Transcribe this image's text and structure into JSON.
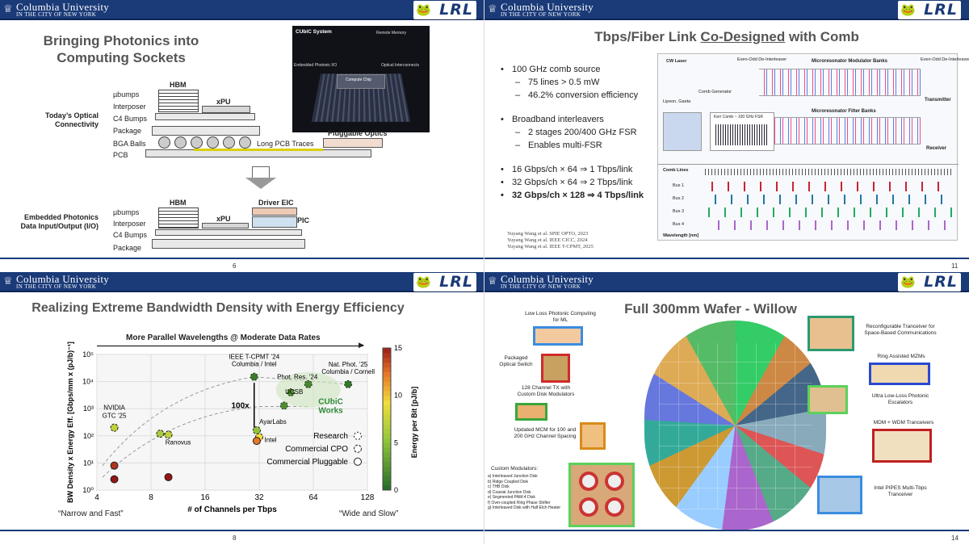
{
  "header": {
    "university": "Columbia University",
    "city": "IN THE CITY OF NEW YORK",
    "logo_text": "LRL",
    "crest_icon": "crown-icon"
  },
  "colors": {
    "header": "#1a3a78",
    "cubic": "#2e8b3a"
  },
  "slide1": {
    "title": "Bringing Photonics into Computing Sockets",
    "todays_label": "Today’s Optical Connectivity",
    "embedded_label": "Embedded Photonics Data Input/Output (I/O)",
    "top_layers": [
      "µbumps",
      "Interposer",
      "C4 Bumps",
      "Package",
      "BGA Balls",
      "PCB"
    ],
    "bottom_layers": [
      "µbumps",
      "Interposer",
      "C4 Bumps",
      "Package"
    ],
    "hbm": "HBM",
    "xpu": "xPU",
    "driver_eic": "Driver EIC",
    "pic": "PIC",
    "long_pcb": "Long PCB Traces",
    "pluggable": "Pluggable Optics",
    "render": {
      "system": "CUbiC System",
      "remote_memory": "Remote Memory",
      "embedded_io": "Embedded Photonic I/O",
      "optical_interconnects": "Optical Interconnects",
      "compute_chip": "Compute Chip"
    },
    "page": "6"
  },
  "slide2": {
    "title_pre": "Tbps/Fiber Link ",
    "title_u": "Co-Designed",
    "title_post": " with Comb",
    "bullets": [
      {
        "text": "100 GHz comb source",
        "subs": [
          "75 lines > 0.5 mW",
          "46.2% conversion efficiency"
        ]
      },
      {
        "text": "Broadband interleavers",
        "subs": [
          "2 stages 200/400 GHz FSR",
          "Enables multi-FSR"
        ]
      }
    ],
    "rates": [
      "16 Gbps/ch × 64 ⇒ 1 Tbps/link",
      "32 Gbps/ch × 64 ⇒ 2 Tbps/link",
      "32 Gbps/ch × 128 ⇒ 4 Tbps/link"
    ],
    "refs": [
      "Yuyang Wang et al. SPIE OPTO, 2023",
      "Yuyang Wang et al. IEEE CICC, 2024",
      "Yuyang Wang et al. IEEE T-CPMT, 2025"
    ],
    "diagram": {
      "cw_laser": "CW Laser",
      "comb_gen": "Comb Generator",
      "lipson": "Lipson, Gaeta",
      "deinterleaver": "Even-Odd De-Interleaver",
      "mod_banks": "Microresonator Modulator Banks",
      "filter_banks": "Microresonator Filter Banks",
      "transmitter": "Transmitter",
      "receiver": "Receiver",
      "kerr": "Kerr Comb ~ 100 GHz FSR",
      "comb_lines": "Comb Lines",
      "wavelength": "Wavelength [nm]",
      "buses": [
        "Bus 1",
        "Bus 2",
        "Bus 3",
        "Bus 4"
      ]
    },
    "page": "11"
  },
  "slide3": {
    "title": "Realizing Extreme Bandwidth Density with Energy Efficiency",
    "top_arrow": "More Parallel Wavelengths @ Moderate Data Rates",
    "narrow": "“Narrow and Fast”",
    "wide": "“Wide and Slow”",
    "legend": [
      "Research",
      "Commercial CPO",
      "Commercial Pluggable"
    ],
    "annots": {
      "ieee": "IEEE T-CPMT ’24 Columbia / Intel",
      "natphot": "Nat. Phot. ’25 Columbia / Cornell",
      "photres": "Phot. Res. ’24",
      "ucsb": "UCSB",
      "cubic": "CUbiC Works",
      "x100": "100x",
      "ayar": "AyarLabs",
      "intel": "Intel",
      "ranovus": "Ranovus",
      "nvidia": "NVIDIA GTC ’25"
    },
    "page": "8"
  },
  "chart_data": {
    "type": "scatter",
    "xlabel": "# of Channels per Tbps",
    "ylabel": "BW Density x Energy Eff. [Gbps/mm x (pJ/b)⁻¹]",
    "colorbar_label": "Energy per Bit [pJ/b]",
    "x_scale": "log2",
    "y_scale": "log10",
    "xlim": [
      4,
      128
    ],
    "ylim": [
      1,
      100000
    ],
    "xticks": [
      "4",
      "8",
      "16",
      "32",
      "64",
      "128"
    ],
    "yticks": [
      "10⁰",
      "10¹",
      "10²",
      "10³",
      "10⁴",
      "10⁵"
    ],
    "colorbar_ticks": [
      "0",
      "5",
      "10",
      "15"
    ],
    "color_range": [
      0,
      15
    ],
    "grid": true,
    "series": [
      {
        "name": "Research",
        "points": [
          {
            "x": 30,
            "y": 15000,
            "e": 0.8
          },
          {
            "x": 48,
            "y": 4000,
            "e": 2
          },
          {
            "x": 60,
            "y": 8000,
            "e": 1.5
          },
          {
            "x": 44,
            "y": 1300,
            "e": 1.8
          },
          {
            "x": 100,
            "y": 8000,
            "e": 0.5
          }
        ]
      },
      {
        "name": "Commercial CPO",
        "points": [
          {
            "x": 5,
            "y": 200,
            "e": 7
          },
          {
            "x": 9,
            "y": 120,
            "e": 6
          },
          {
            "x": 10,
            "y": 110,
            "e": 7
          },
          {
            "x": 31,
            "y": 160,
            "e": 5
          },
          {
            "x": 32,
            "y": 90,
            "e": 9
          }
        ]
      },
      {
        "name": "Commercial Pluggable",
        "points": [
          {
            "x": 5,
            "y": 8,
            "e": 14
          },
          {
            "x": 5,
            "y": 2.5,
            "e": 15
          },
          {
            "x": 10,
            "y": 3,
            "e": 15
          },
          {
            "x": 31,
            "y": 65,
            "e": 12
          }
        ]
      }
    ]
  },
  "slide4": {
    "title": "Full 300mm Wafer - Willow",
    "left_labels": [
      "Low Loss Photonic Computing for ML",
      "Packaged Optical Switch",
      "128 Channel TX with Custom Disk Modulators",
      "Updated MCM for 100 and 200 GHz Channel Spacing"
    ],
    "right_labels": [
      "Reconfigurable Tranceiver for Space-Based Communications",
      "Ring Assisted MZMs",
      "Ultra Low-Loss Photonic Escalators",
      "MDM + WDM Tranceivers",
      "Intel PIPES Multi-Tbps Tranceiver"
    ],
    "custom_title": "Custom Modulators:",
    "custom_items": [
      "a) Interleaved Junction Disk",
      "b) Ridge Coupled Disk",
      "c) THB Disk",
      "d) Coaxial Junction Disk",
      "e) Segmented PAM-4 Disk",
      "f) Over-coupled Ring Phase Shifter",
      "g) Interleaved Disk with Half Etch Heater"
    ],
    "page": "14"
  }
}
